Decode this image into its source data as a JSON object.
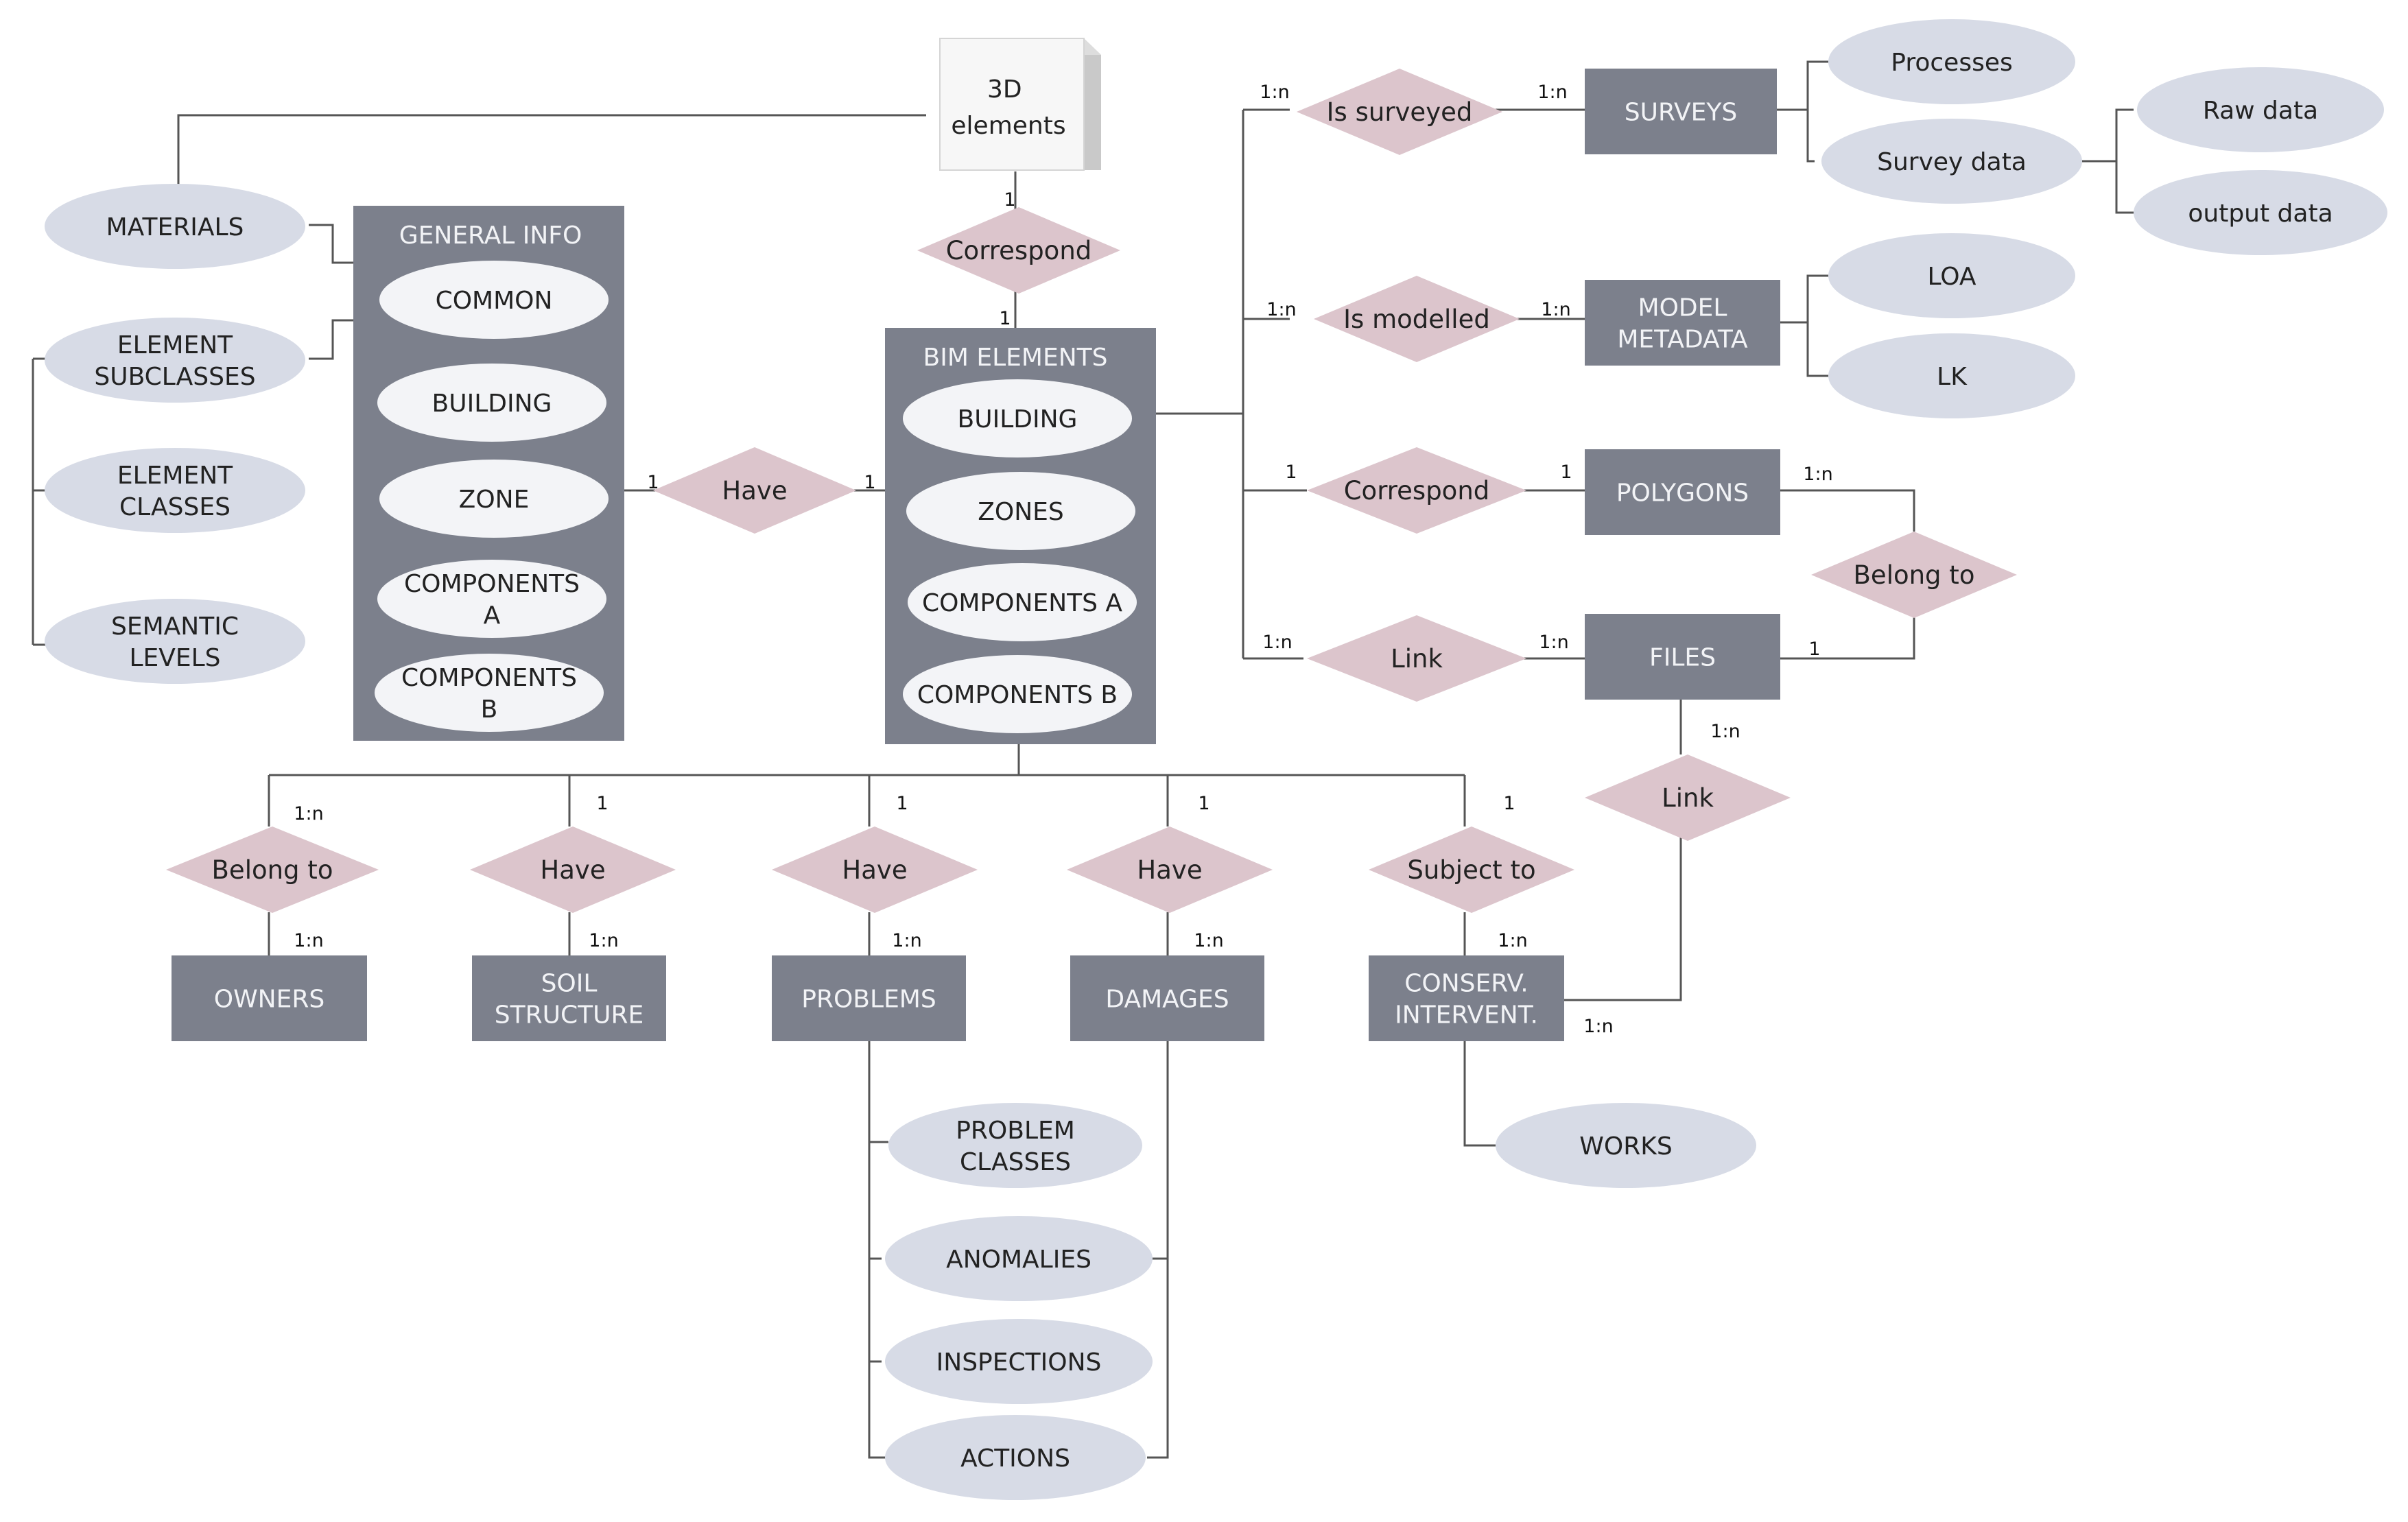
{
  "entities": {
    "general_info": "GENERAL INFO",
    "bim_elements": "BIM ELEMENTS",
    "surveys": "SURVEYS",
    "model_metadata": [
      "MODEL",
      "METADATA"
    ],
    "polygons": "POLYGONS",
    "files": "FILES",
    "owners": "OWNERS",
    "soil_structure": [
      "SOIL",
      "STRUCTURE"
    ],
    "problems": "PROBLEMS",
    "damages": "DAMAGES",
    "conserv_intervent": [
      "CONSERV.",
      "INTERVENT."
    ]
  },
  "three_d_elements": [
    "3D",
    "elements"
  ],
  "general_info_items": [
    [
      "COMMON"
    ],
    [
      "BUILDING"
    ],
    [
      "ZONE"
    ],
    [
      "COMPONENTS",
      "A"
    ],
    [
      "COMPONENTS",
      "B"
    ]
  ],
  "bim_elements_items": [
    [
      "BUILDING"
    ],
    [
      "ZONES"
    ],
    [
      "COMPONENTS A"
    ],
    [
      "COMPONENTS B"
    ]
  ],
  "attributes": {
    "materials": [
      "MATERIALS"
    ],
    "element_subclasses": [
      "ELEMENT",
      "SUBCLASSES"
    ],
    "element_classes": [
      "ELEMENT",
      "CLASSES"
    ],
    "semantic_levels": [
      "SEMANTIC",
      "LEVELS"
    ],
    "processes": [
      "Processes"
    ],
    "survey_data": [
      "Survey data"
    ],
    "raw_data": [
      "Raw data"
    ],
    "output_data": [
      "output data"
    ],
    "loa": [
      "LOA"
    ],
    "lk": [
      "LK"
    ],
    "problem_classes": [
      "PROBLEM",
      "CLASSES"
    ],
    "anomalies": [
      "ANOMALIES"
    ],
    "inspections": [
      "INSPECTIONS"
    ],
    "actions": [
      "ACTIONS"
    ],
    "works": [
      "WORKS"
    ]
  },
  "relationships": {
    "correspond_top": "Correspond",
    "have_general": "Have",
    "is_surveyed": "Is surveyed",
    "is_modelled": "Is modelled",
    "correspond_polygons": "Correspond",
    "link_files": "Link",
    "belong_to_polygons": "Belong to",
    "link_conserv": "Link",
    "belong_to_owners": "Belong to",
    "have_soil": "Have",
    "have_problems": "Have",
    "have_damages": "Have",
    "subject_to": "Subject to"
  },
  "cardinalities": {
    "c3d": "1",
    "cbim_top": "1",
    "cgi": "1",
    "cbim_left": "1",
    "surv_a": "1:n",
    "surv_b": "1:n",
    "mod_a": "1:n",
    "mod_b": "1:n",
    "poly_a": "1",
    "poly_b": "1",
    "file_a": "1:n",
    "file_b": "1:n",
    "bel_poly": "1:n",
    "bel_file": "1",
    "lk_file": "1:n",
    "lk_cons": "1:n",
    "own_a": "1:n",
    "own_b": "1:n",
    "soil_a": "1",
    "soil_b": "1:n",
    "prob_a": "1",
    "prob_b": "1:n",
    "dam_a": "1",
    "dam_b": "1:n",
    "cons_a": "1",
    "cons_b": "1:n"
  },
  "colors": {
    "entity": "#7c808c",
    "attribute": "#d7dbe6",
    "relationship": "#dcc5cc",
    "line": "#555555"
  }
}
